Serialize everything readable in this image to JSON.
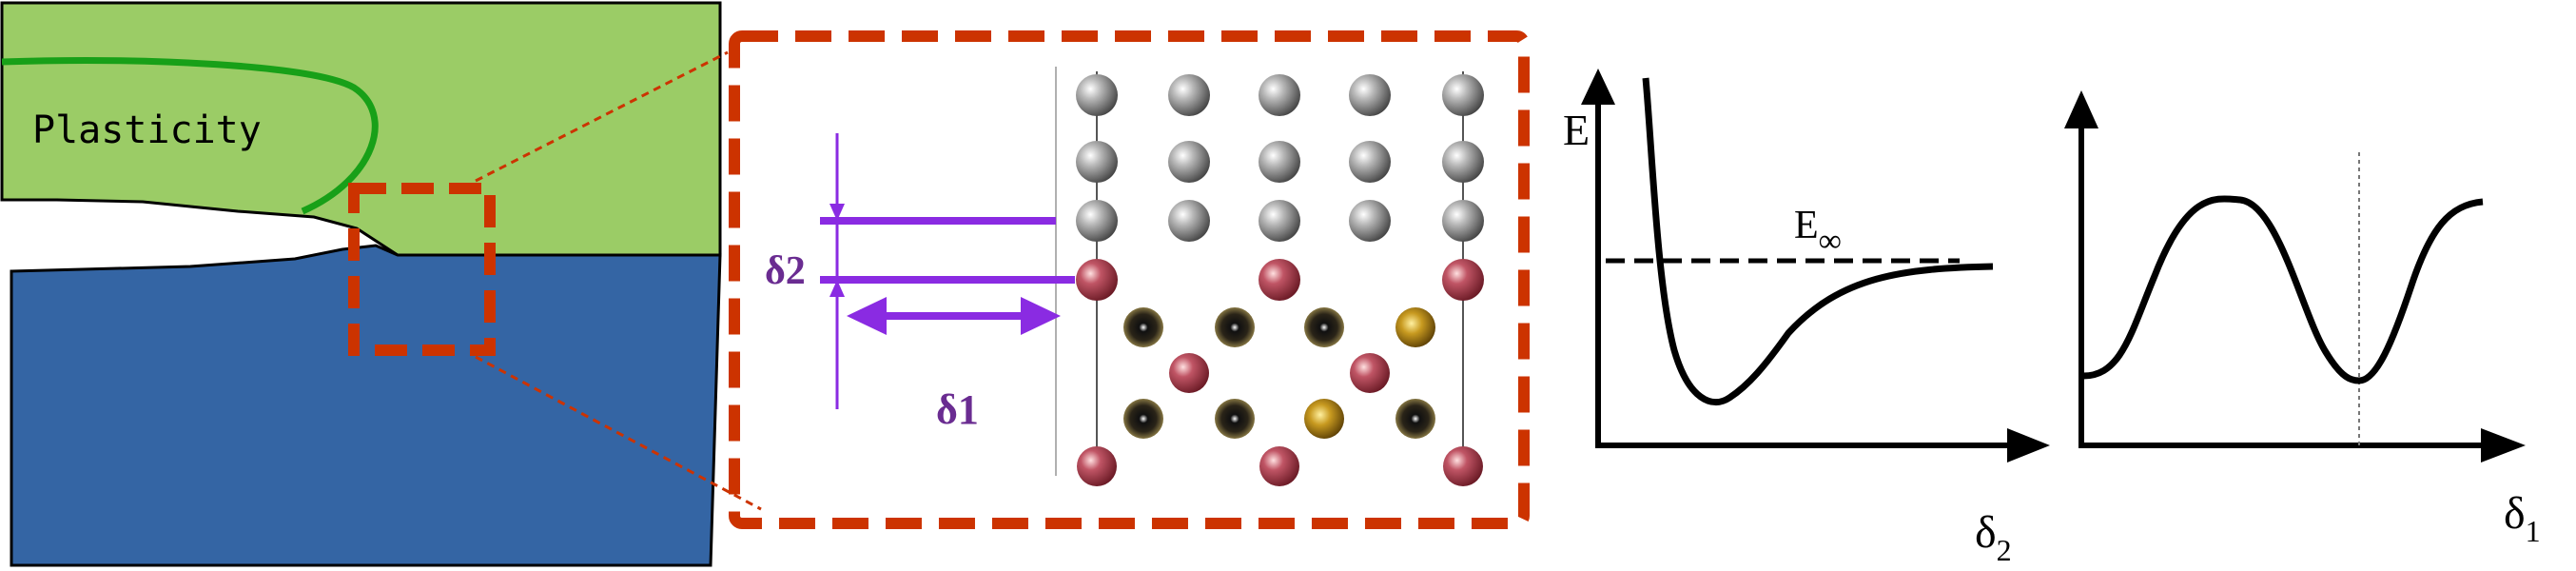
{
  "crack_panel": {
    "plasticity_label": "Plasticity",
    "colors": {
      "top_block": "#9bcc66",
      "bottom_block": "#3465a4",
      "plastic_zone": "#18a018",
      "zoom_box": "#cc3300"
    }
  },
  "atomic_panel": {
    "delta1_label": "δ1",
    "delta2_label": "δ2",
    "colors": {
      "arrows": "#8a2be2",
      "label": "#6a2c91",
      "top_atom": "#8c8c8c",
      "interface_atom": "#b04050",
      "substrate_dark": "#5b4a25",
      "substrate_gold": "#c09020"
    }
  },
  "energy_plot_1": {
    "y_label": "E",
    "x_label_main": "δ",
    "x_label_sub": "2",
    "asymptote_label_main": "E",
    "asymptote_label_sub": "∞"
  },
  "energy_plot_2": {
    "x_label_main": "δ",
    "x_label_sub": "1"
  }
}
